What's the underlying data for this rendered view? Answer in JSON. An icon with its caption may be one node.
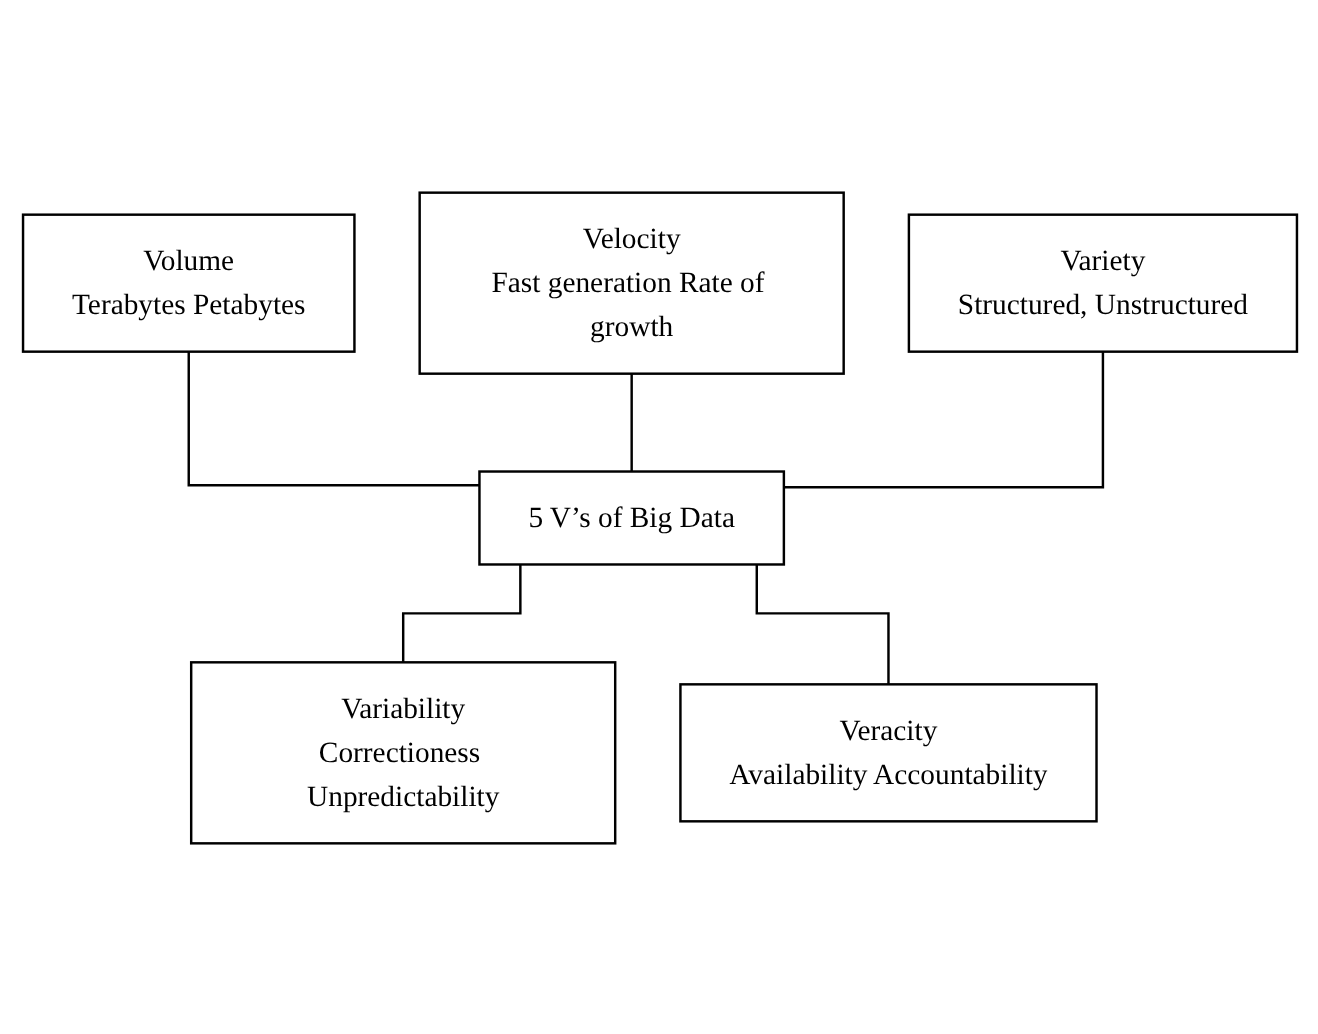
{
  "diagram": {
    "nodes": [
      {
        "text": [
          "Volume",
          "Terabytes Petabytes"
        ]
      },
      {
        "text": [
          "Velocity",
          "Fast generation Rate of growth"
        ]
      },
      {
        "text": [
          "Variety",
          "Structured, Unstructured"
        ]
      },
      {
        "text": [
          "5 V’s of Big Data"
        ]
      },
      {
        "text": [
          "Variability",
          "Correctioness Unpredictability"
        ]
      },
      {
        "text": [
          "Veracity",
          "Availability Accountability"
        ]
      }
    ],
    "edges": [
      {
        "from": 0,
        "to": 3,
        "arrow": "none"
      },
      {
        "from": 1,
        "to": 3,
        "arrow": "none"
      },
      {
        "from": 2,
        "to": 3,
        "arrow": "none"
      },
      {
        "from": 3,
        "to": 4,
        "arrow": "none"
      },
      {
        "from": 3,
        "to": 5,
        "arrow": "none"
      }
    ]
  }
}
